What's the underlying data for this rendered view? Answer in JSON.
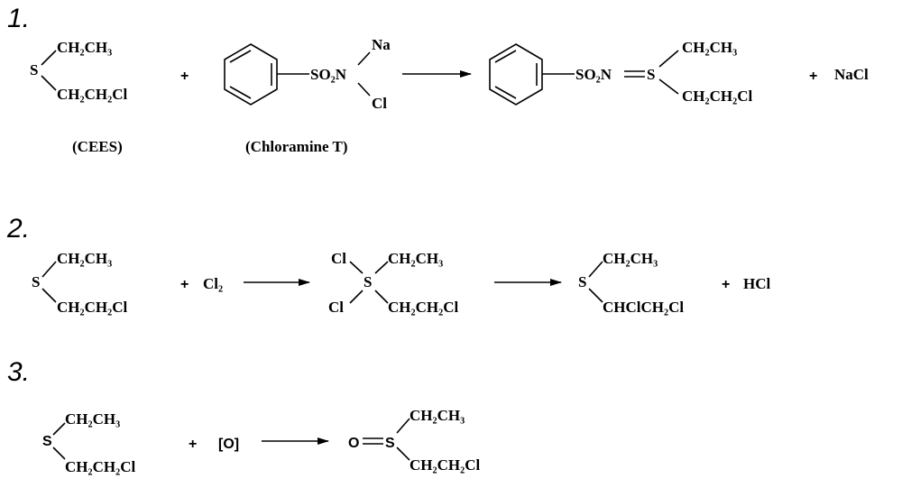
{
  "reactions": [
    {
      "number": "1.",
      "reactant1": {
        "s": "S",
        "top": "CH₂CH₃",
        "bottom": "CH₂CH₂Cl",
        "caption": "(CEES)"
      },
      "plus1": "+",
      "reagent": {
        "group": "SO₂N",
        "na": "Na",
        "cl": "Cl",
        "caption": "(Chloramine T)"
      },
      "product": {
        "group": "SO₂N",
        "s": "S",
        "top": "CH₂CH₃",
        "bottom": "CH₂CH₂Cl"
      },
      "plus2": "+",
      "byproduct": "NaCl"
    },
    {
      "number": "2.",
      "reactant": {
        "s": "S",
        "top": "CH₂CH₃",
        "bottom": "CH₂CH₂Cl"
      },
      "plus1": "+",
      "reagent": "Cl₂",
      "intermediate": {
        "cl_top": "Cl",
        "cl_bottom": "Cl",
        "s": "S",
        "top": "CH₂CH₃",
        "bottom": "CH₂CH₂Cl"
      },
      "product": {
        "s": "S",
        "top": "CH₂CH₃",
        "bottom": "CHClCH₂Cl"
      },
      "plus2": "+",
      "byproduct": "HCl"
    },
    {
      "number": "3.",
      "reactant": {
        "s": "S",
        "top": "CH₂CH₃",
        "bottom": "CH₂CH₂Cl"
      },
      "plus": "+",
      "reagent": "[O]",
      "product": {
        "o": "O",
        "s": "S",
        "top": "CH₂CH₃",
        "bottom": "CH₂CH₂Cl"
      }
    }
  ]
}
